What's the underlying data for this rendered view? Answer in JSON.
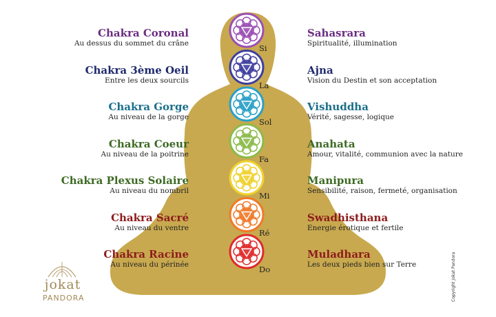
{
  "colors": {
    "silhouette": "#c8a94f",
    "coronal": "#6b2d82",
    "oeil": "#1f2a6e",
    "gorge": "#1b6f8a",
    "coeur": "#3d6a24",
    "plexus": "#3d6a24",
    "sacre": "#8e1c1c",
    "racine": "#8e1c1c"
  },
  "chakras": [
    {
      "name": "Chakra Coronal",
      "location": "Au dessus du sommet du crâne",
      "sanskrit": "Sahasrara",
      "qualities": "Spiritualité, illumination",
      "note": "Si",
      "color": "#9b4fb4",
      "name_color": "#6b2d82",
      "right_color": "#6b2d82",
      "icon": "om-icon"
    },
    {
      "name": "Chakra 3ème Oeil",
      "location": "Entre les deux sourcils",
      "sanskrit": "Ajna",
      "qualities": "Vision du Destin et son acceptation",
      "note": "La",
      "color": "#3e3e9e",
      "name_color": "#1f2a6e",
      "right_color": "#1f2a6e",
      "icon": "ajna-icon"
    },
    {
      "name": "Chakra Gorge",
      "location": "Au niveau de la gorge",
      "sanskrit": "Vishuddha",
      "qualities": "Vérité, sagesse, logique",
      "note": "Sol",
      "color": "#2aa0c8",
      "name_color": "#1b6f8a",
      "right_color": "#1b6f8a",
      "icon": "vishuddha-icon"
    },
    {
      "name": "Chakra Coeur",
      "location": "Au niveau de la poitrine",
      "sanskrit": "Anahata",
      "qualities": "Amour, vitalité, communion avec la nature",
      "note": "Fa",
      "color": "#8cba4a",
      "name_color": "#3d6a24",
      "right_color": "#3d6a24",
      "icon": "anahata-icon"
    },
    {
      "name": "Chakra Plexus Solaire",
      "location": "Au niveau du nombril",
      "sanskrit": "Manipura",
      "qualities": "Sensibilité, raison, fermeté, organisation",
      "note": "Mi",
      "color": "#f0d22c",
      "name_color": "#3d6a24",
      "right_color": "#3d6a24",
      "icon": "manipura-icon"
    },
    {
      "name": "Chakra Sacré",
      "location": "Au niveau du ventre",
      "sanskrit": "Swadhisthana",
      "qualities": "Energie érotique et fertile",
      "note": "Ré",
      "color": "#f07a28",
      "name_color": "#8e1c1c",
      "right_color": "#8e1c1c",
      "icon": "swadhisthana-icon"
    },
    {
      "name": "Chakra Racine",
      "location": "Au niveau du périnée",
      "sanskrit": "Muladhara",
      "qualities": "Les deux pieds bien sur Terre",
      "note": "Do",
      "color": "#e02a2a",
      "name_color": "#8e1c1c",
      "right_color": "#8e1c1c",
      "icon": "muladhara-icon"
    }
  ],
  "logo": {
    "name": "jokat",
    "sub": "PANDORA"
  },
  "copyright": "Copyright Jokat Pandora"
}
